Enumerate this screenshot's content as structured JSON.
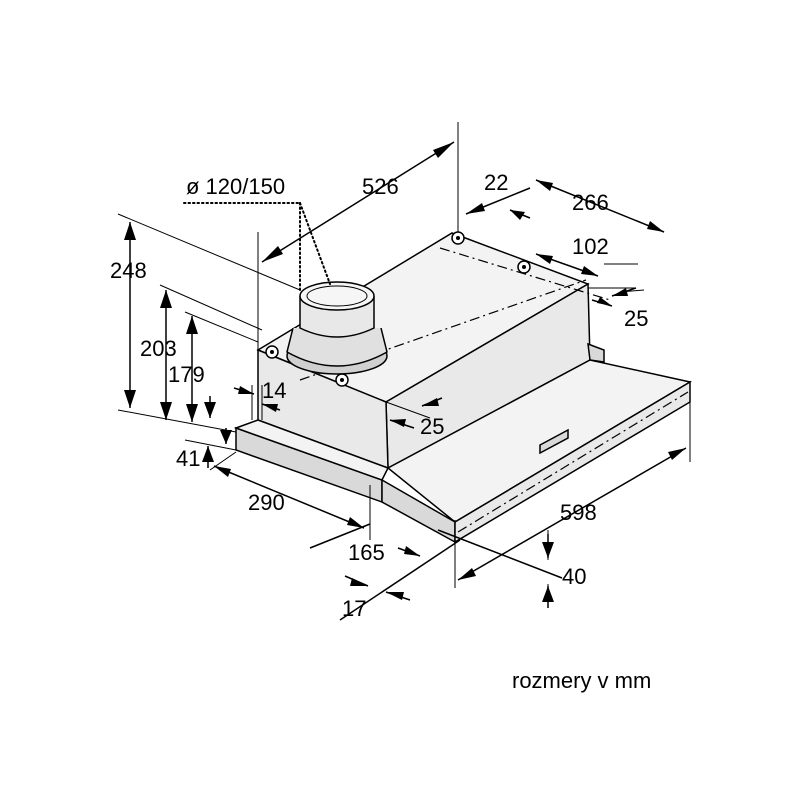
{
  "diameter_label": "ø 120/150",
  "dimensions": {
    "d526": "526",
    "d22": "22",
    "d266": "266",
    "d102": "102",
    "d25_top": "25",
    "d248": "248",
    "d203": "203",
    "d179": "179",
    "d14": "14",
    "d25_mid": "25",
    "d41": "41",
    "d290": "290",
    "d165": "165",
    "d17": "17",
    "d598": "598",
    "d40": "40"
  },
  "units_note": "rozmery v mm"
}
